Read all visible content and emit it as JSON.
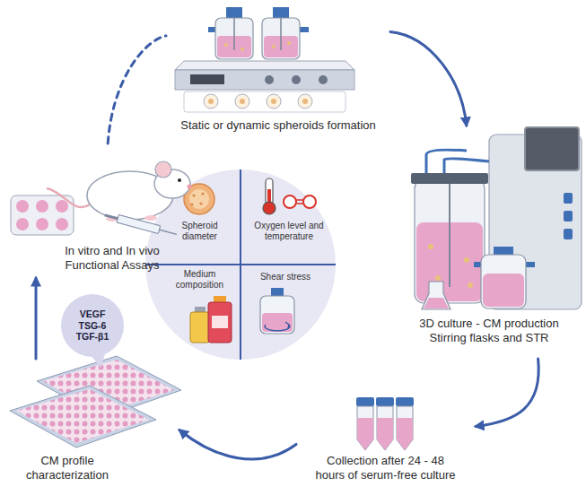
{
  "diagram": {
    "nodes": [
      {
        "text": [
          "Static or dynamic spheroids formation"
        ]
      },
      {
        "text": [
          "3D culture - CM production Stirring flasks and STR"
        ]
      },
      {
        "text": [
          "Collection after 24 - 48 hours of serum-free culture"
        ]
      },
      {
        "text": [
          "CM profile characterization"
        ]
      },
      {
        "text": [
          "VEGF TSG-6 TGF-β1"
        ]
      },
      {
        "text": [
          "In vitro and In vivo Functional Assays"
        ]
      },
      {
        "text": [
          "Spheroid diameter"
        ]
      },
      {
        "text": [
          "Oxygen level and temperature"
        ]
      },
      {
        "text": [
          "Medium composition"
        ]
      },
      {
        "text": [
          "Shear stress"
        ]
      }
    ],
    "edges": [
      {
        "from": 0,
        "to": 1,
        "arrow": "to"
      },
      {
        "from": 1,
        "to": 2,
        "arrow": "to"
      },
      {
        "from": 2,
        "to": 3,
        "arrow": "to"
      },
      {
        "from": 3,
        "to": 5,
        "arrow": "to"
      },
      {
        "from": 5,
        "to": 0,
        "arrow": "none"
      }
    ]
  }
}
